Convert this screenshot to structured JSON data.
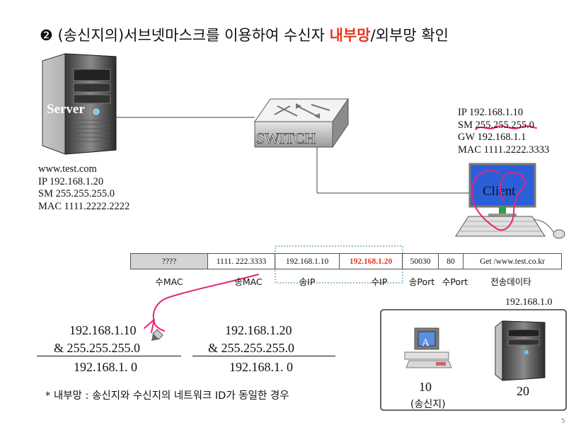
{
  "title": {
    "prefix": "❷ (송신지의)서브넷마스크를 이용하여 수신자 ",
    "highlight": "내부망",
    "suffix": "/외부망 확인"
  },
  "server": {
    "label": "Server",
    "info": [
      "www.test.com",
      "IP 192.168.1.20",
      "SM 255.255.255.0",
      "MAC 1111.2222.2222"
    ]
  },
  "switch": {
    "label": "SWITCH"
  },
  "client": {
    "label": "Client",
    "info": [
      "IP  192.168.1.10",
      "SM 255.255.255.0",
      "GW 192.168.1.1",
      "MAC 1111.2222.3333"
    ]
  },
  "packet": {
    "cells": [
      "????",
      "1111. 222.3333",
      "192.168.1.10",
      "192.168.1.20",
      "50030",
      "80",
      "Get /www.test.co.kr"
    ],
    "labels": [
      "수MAC",
      "송MAC",
      "송IP",
      "수IP",
      "송Port",
      "수Port",
      "전송데이타"
    ],
    "highlight_color": "#e8361e"
  },
  "calc_left": {
    "line1": "192.168.1.10",
    "line2": "&  255.255.255.0",
    "result": "192.168.1. 0"
  },
  "calc_right": {
    "line1": "192.168.1.20",
    "line2": "&  255.255.255.0",
    "result": "192.168.1. 0"
  },
  "note": "* 내부망 : 송신지와 수신지의 네트워크 ID가 동일한 경우",
  "network_box": {
    "network": "192.168.1.0",
    "host_a_letter": "A",
    "host_a_num": "10",
    "host_a_sub": "(송신지)",
    "host_b_num": "20"
  },
  "page_number": "5",
  "annotation_color": "#e8227a"
}
